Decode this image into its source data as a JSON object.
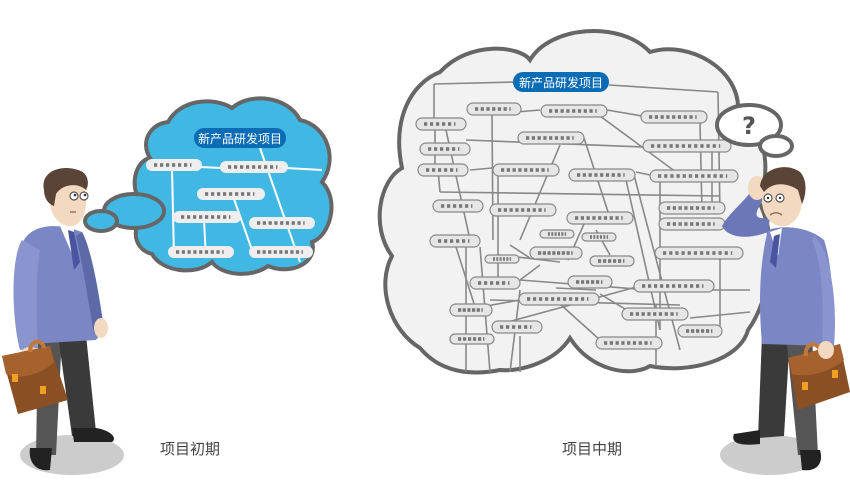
{
  "illustration": {
    "title_badge": "新产品研发项目",
    "question_mark": "?",
    "captions": {
      "early": "项目初期",
      "mid": "项目中期"
    },
    "colors": {
      "small_cloud_fill": "#41b8e4",
      "big_cloud_fill": "#f2f2f2",
      "cloud_outline": "#666666",
      "badge_blue": "#0a6cb5",
      "suit": "#7b87c4",
      "suit_dark": "#5e69a8",
      "pants": "#3a3a3a",
      "briefcase": "#8a4f25",
      "briefcase_clasp": "#f0a020"
    },
    "early_nodes": [
      {
        "dots": 7
      },
      {
        "dots": 9
      },
      {
        "dots": 9
      },
      {
        "dots": 9
      },
      {
        "dots": 9
      },
      {
        "dots": 9
      },
      {
        "dots": 9
      }
    ],
    "mid_node_count": 34
  }
}
